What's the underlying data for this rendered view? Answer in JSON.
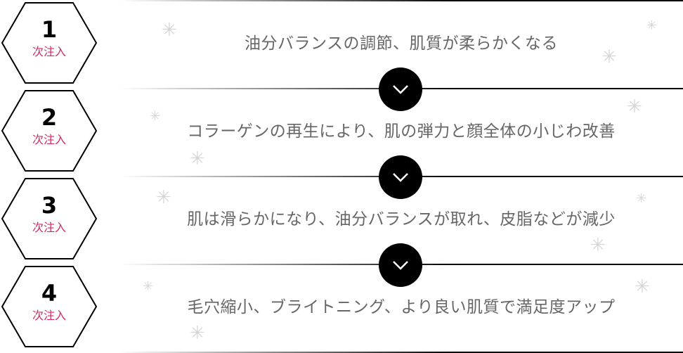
{
  "steps": [
    {
      "number": "1",
      "label": "次注入",
      "text": "油分バランスの調節、肌質が柔らかくなる"
    },
    {
      "number": "2",
      "label": "次注入",
      "text": "コラーゲンの再生により、肌の弾力と顔全体の小じわ改善"
    },
    {
      "number": "3",
      "label": "次注入",
      "text": "肌は滑らかになり、油分バランスが取れ、皮脂などが減少"
    },
    {
      "number": "4",
      "label": "次注入",
      "text": "毛穴縮小、ブライトニング、より良い肌質で満足度アップ"
    }
  ],
  "colors": {
    "label": "#d42a63",
    "text": "#666666",
    "sparkle": "#d6d6d6"
  },
  "icons": {
    "arrow": "chevron-down-icon",
    "sparkle": "sparkle-icon"
  }
}
